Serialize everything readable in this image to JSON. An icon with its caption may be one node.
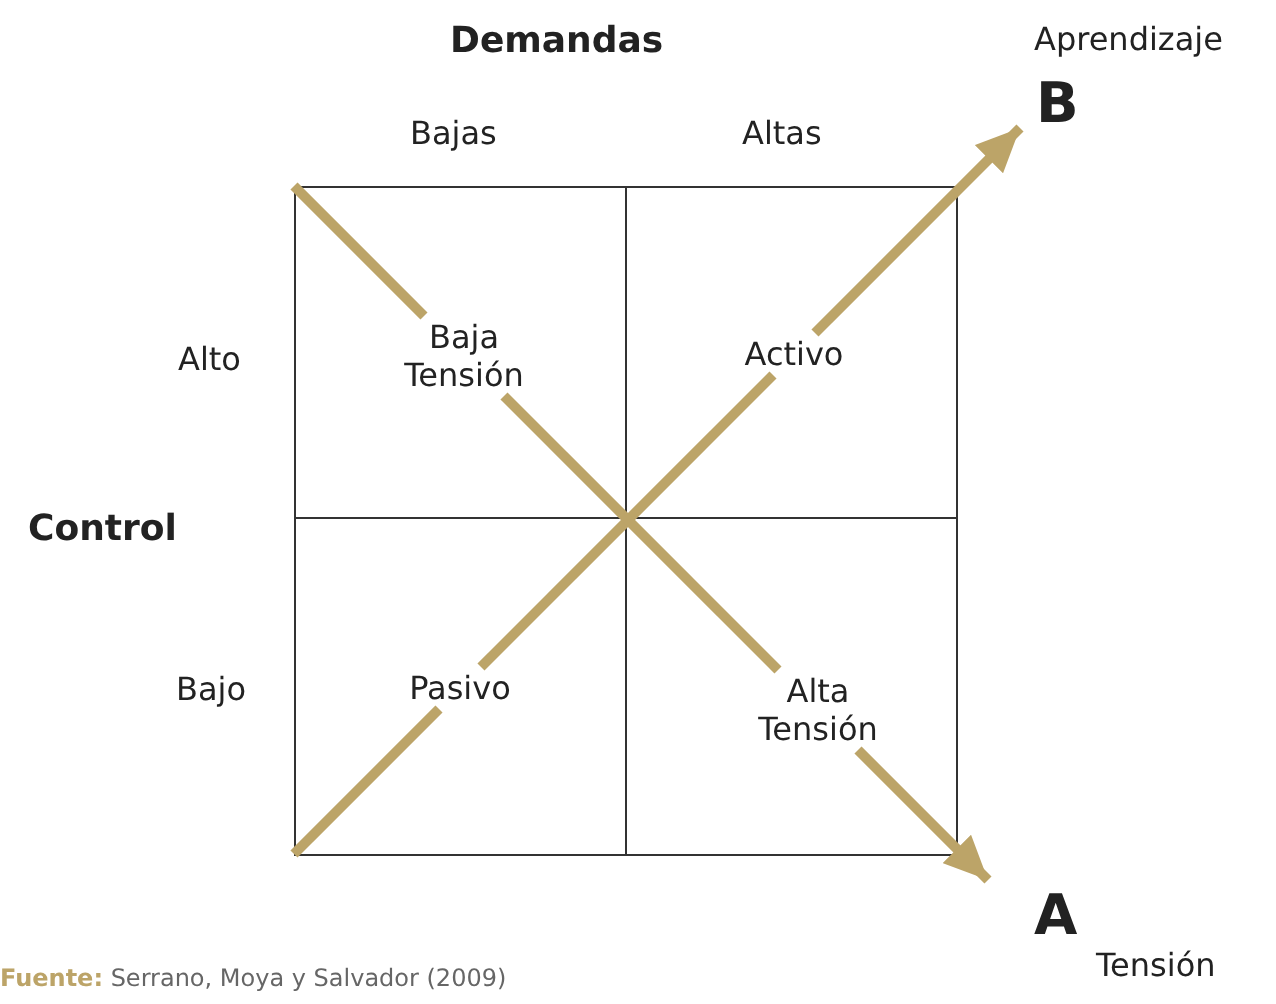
{
  "diagram": {
    "caption": "**Fuente:** Serrano, Moya y Salvador (2009)",
    "nodes": [
      {
        "text": [
          "Aprendizaje",
          "B"
        ]
      },
      {
        "text": [
          "Baja Tensión"
        ]
      },
      {
        "text": [
          "Activo"
        ]
      },
      {
        "text": [
          "Pasivo"
        ]
      },
      {
        "text": [
          "Alta Tensión"
        ]
      },
      {
        "text": [
          "A",
          "Tensión"
        ]
      }
    ],
    "edges": [
      {
        "from": null,
        "to": 3,
        "arrow": "none",
        "color": "#bca468"
      },
      {
        "from": 3,
        "to": 2,
        "arrow": "none",
        "color": "#bca468"
      },
      {
        "from": 2,
        "to": 0,
        "arrow": "to",
        "color": "#bca468"
      },
      {
        "from": null,
        "to": 1,
        "arrow": "none",
        "color": "#bca468"
      },
      {
        "from": 1,
        "to": 4,
        "arrow": "none",
        "color": "#bca468"
      },
      {
        "from": 4,
        "to": 5,
        "arrow": "to",
        "color": "#bca468"
      }
    ],
    "labels": [
      "Demandas",
      "Bajas",
      "Altas",
      "Alto",
      "Control",
      "Bajo"
    ]
  }
}
